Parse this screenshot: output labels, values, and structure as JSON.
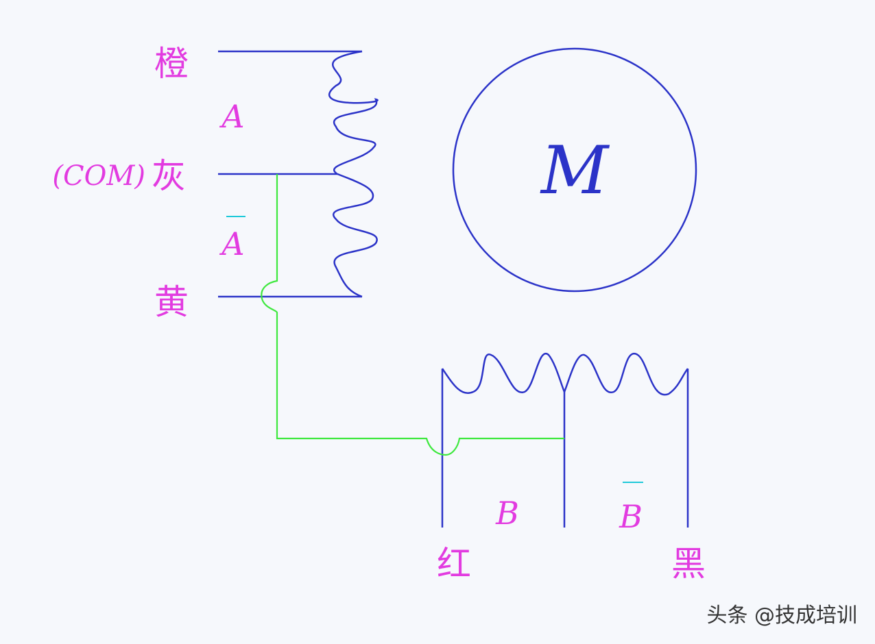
{
  "labels": {
    "orange": "橙",
    "com": "(COM)",
    "gray": "灰",
    "yellow": "黄",
    "red": "红",
    "black": "黑",
    "coil_a": "A",
    "coil_a_bar": "A",
    "coil_b": "B",
    "coil_b_bar": "B",
    "motor": "M"
  },
  "watermark": "头条 @技成培训",
  "colors": {
    "wire": "#2b33c8",
    "com_link": "#3ee83e",
    "label": "#e23be0",
    "overbar": "#1ec9d9",
    "background": "#f6f8fc"
  }
}
